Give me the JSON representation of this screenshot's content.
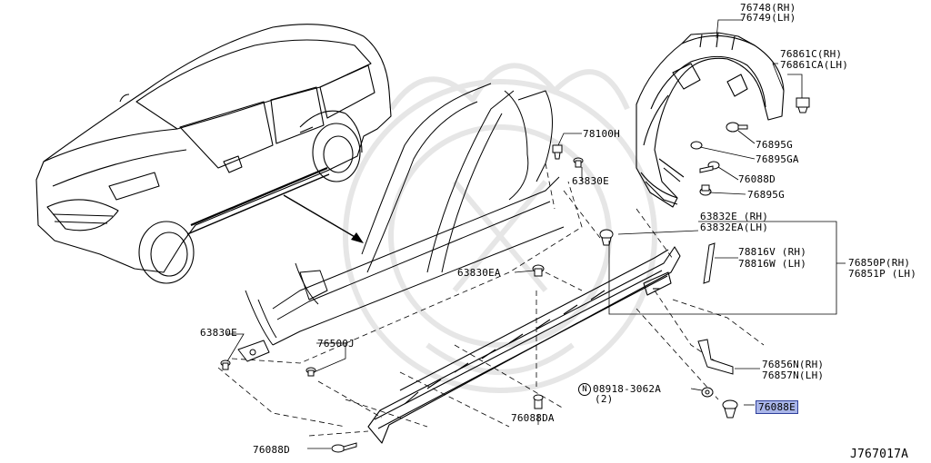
{
  "diagram": {
    "id": "J767017A",
    "colors": {
      "line": "#000000",
      "highlight": "#a9b5e8",
      "highlight_border": "#2f3f9a",
      "watermark": "#e4e4e4"
    },
    "labels": {
      "p76748": "76748(RH)",
      "p76749": "76749(LH)",
      "p76861c": "76861C(RH)",
      "p76861ca": "76861CA(LH)",
      "p76895g_a": "76895G",
      "p76895ga": "76895GA",
      "p76088d_a": "76088D",
      "p76895g_b": "76895G",
      "p78100h": "78100H",
      "p63830e_a": "63830E",
      "p63832e": "63832E (RH)",
      "p63832ea": "63832EA(LH)",
      "p78816v": "78816V (RH)",
      "p78816w": "78816W (LH)",
      "p76850p": "76850P(RH)",
      "p76851p": "76851P (LH)",
      "p63830ea": "63830EA",
      "p63830e_b": "63830E",
      "p76500j": "76500J",
      "p76856n": "76856N(RH)",
      "p76857n": "76857N(LH)",
      "p08918_mark": "N",
      "p08918": "08918-3062A",
      "p08918_qty": "(2)",
      "p76088da": "76088DA",
      "p76088e": "76088E",
      "p76088d_b": "76088D"
    }
  }
}
